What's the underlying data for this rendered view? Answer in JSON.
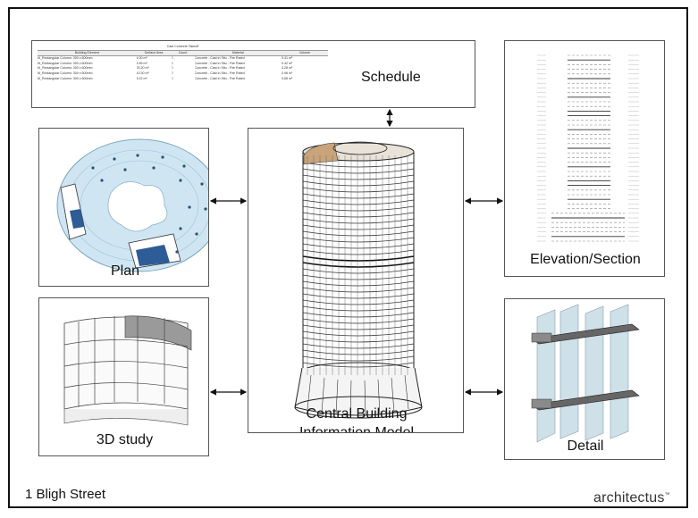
{
  "panels": {
    "schedule": "Schedule",
    "plan": "Plan",
    "elevation": "Elevation/Section",
    "study3d": "3D study",
    "central_line1": "Central Building",
    "central_line2": "Information Model",
    "detail": "Detail"
  },
  "schedule_table": {
    "title": "Cast Concrete Takeoff",
    "headers": [
      "Building Element",
      "Surface Area",
      "Count",
      "Material",
      "Volume"
    ],
    "rows": [
      [
        "M_Rectangular Column: 300 x 600mm",
        "4.00 m²",
        "0",
        "Concrete - Cast in Situ - Fire Rated",
        "0.41 m³"
      ],
      [
        "M_Rectangular Column: 300 x 600mm",
        "4.59 m²",
        "0",
        "Concrete - Cast in Situ - Fire Rated",
        "0.42 m³"
      ],
      [
        "M_Rectangular Column: 300 x 600mm",
        "25.20 m²",
        "0",
        "Concrete - Cast in Situ - Fire Rated",
        "3.28 m³"
      ],
      [
        "M_Rectangular Column: 300 x 600mm",
        "10.30 m²",
        "0",
        "Concrete - Cast in Situ - Fire Rated",
        "0.98 m³"
      ],
      [
        "M_Rectangular Column: 300 x 600mm",
        "8.22 m²",
        "0",
        "Concrete - Cast in Situ - Fire Rated",
        "0.68 m³"
      ]
    ]
  },
  "footer": {
    "project": "1 Bligh Street",
    "brand": "architectus"
  },
  "colors": {
    "border": "#111111",
    "plan_blue": "#cfe6f2",
    "plan_dark": "#2e5c96"
  }
}
